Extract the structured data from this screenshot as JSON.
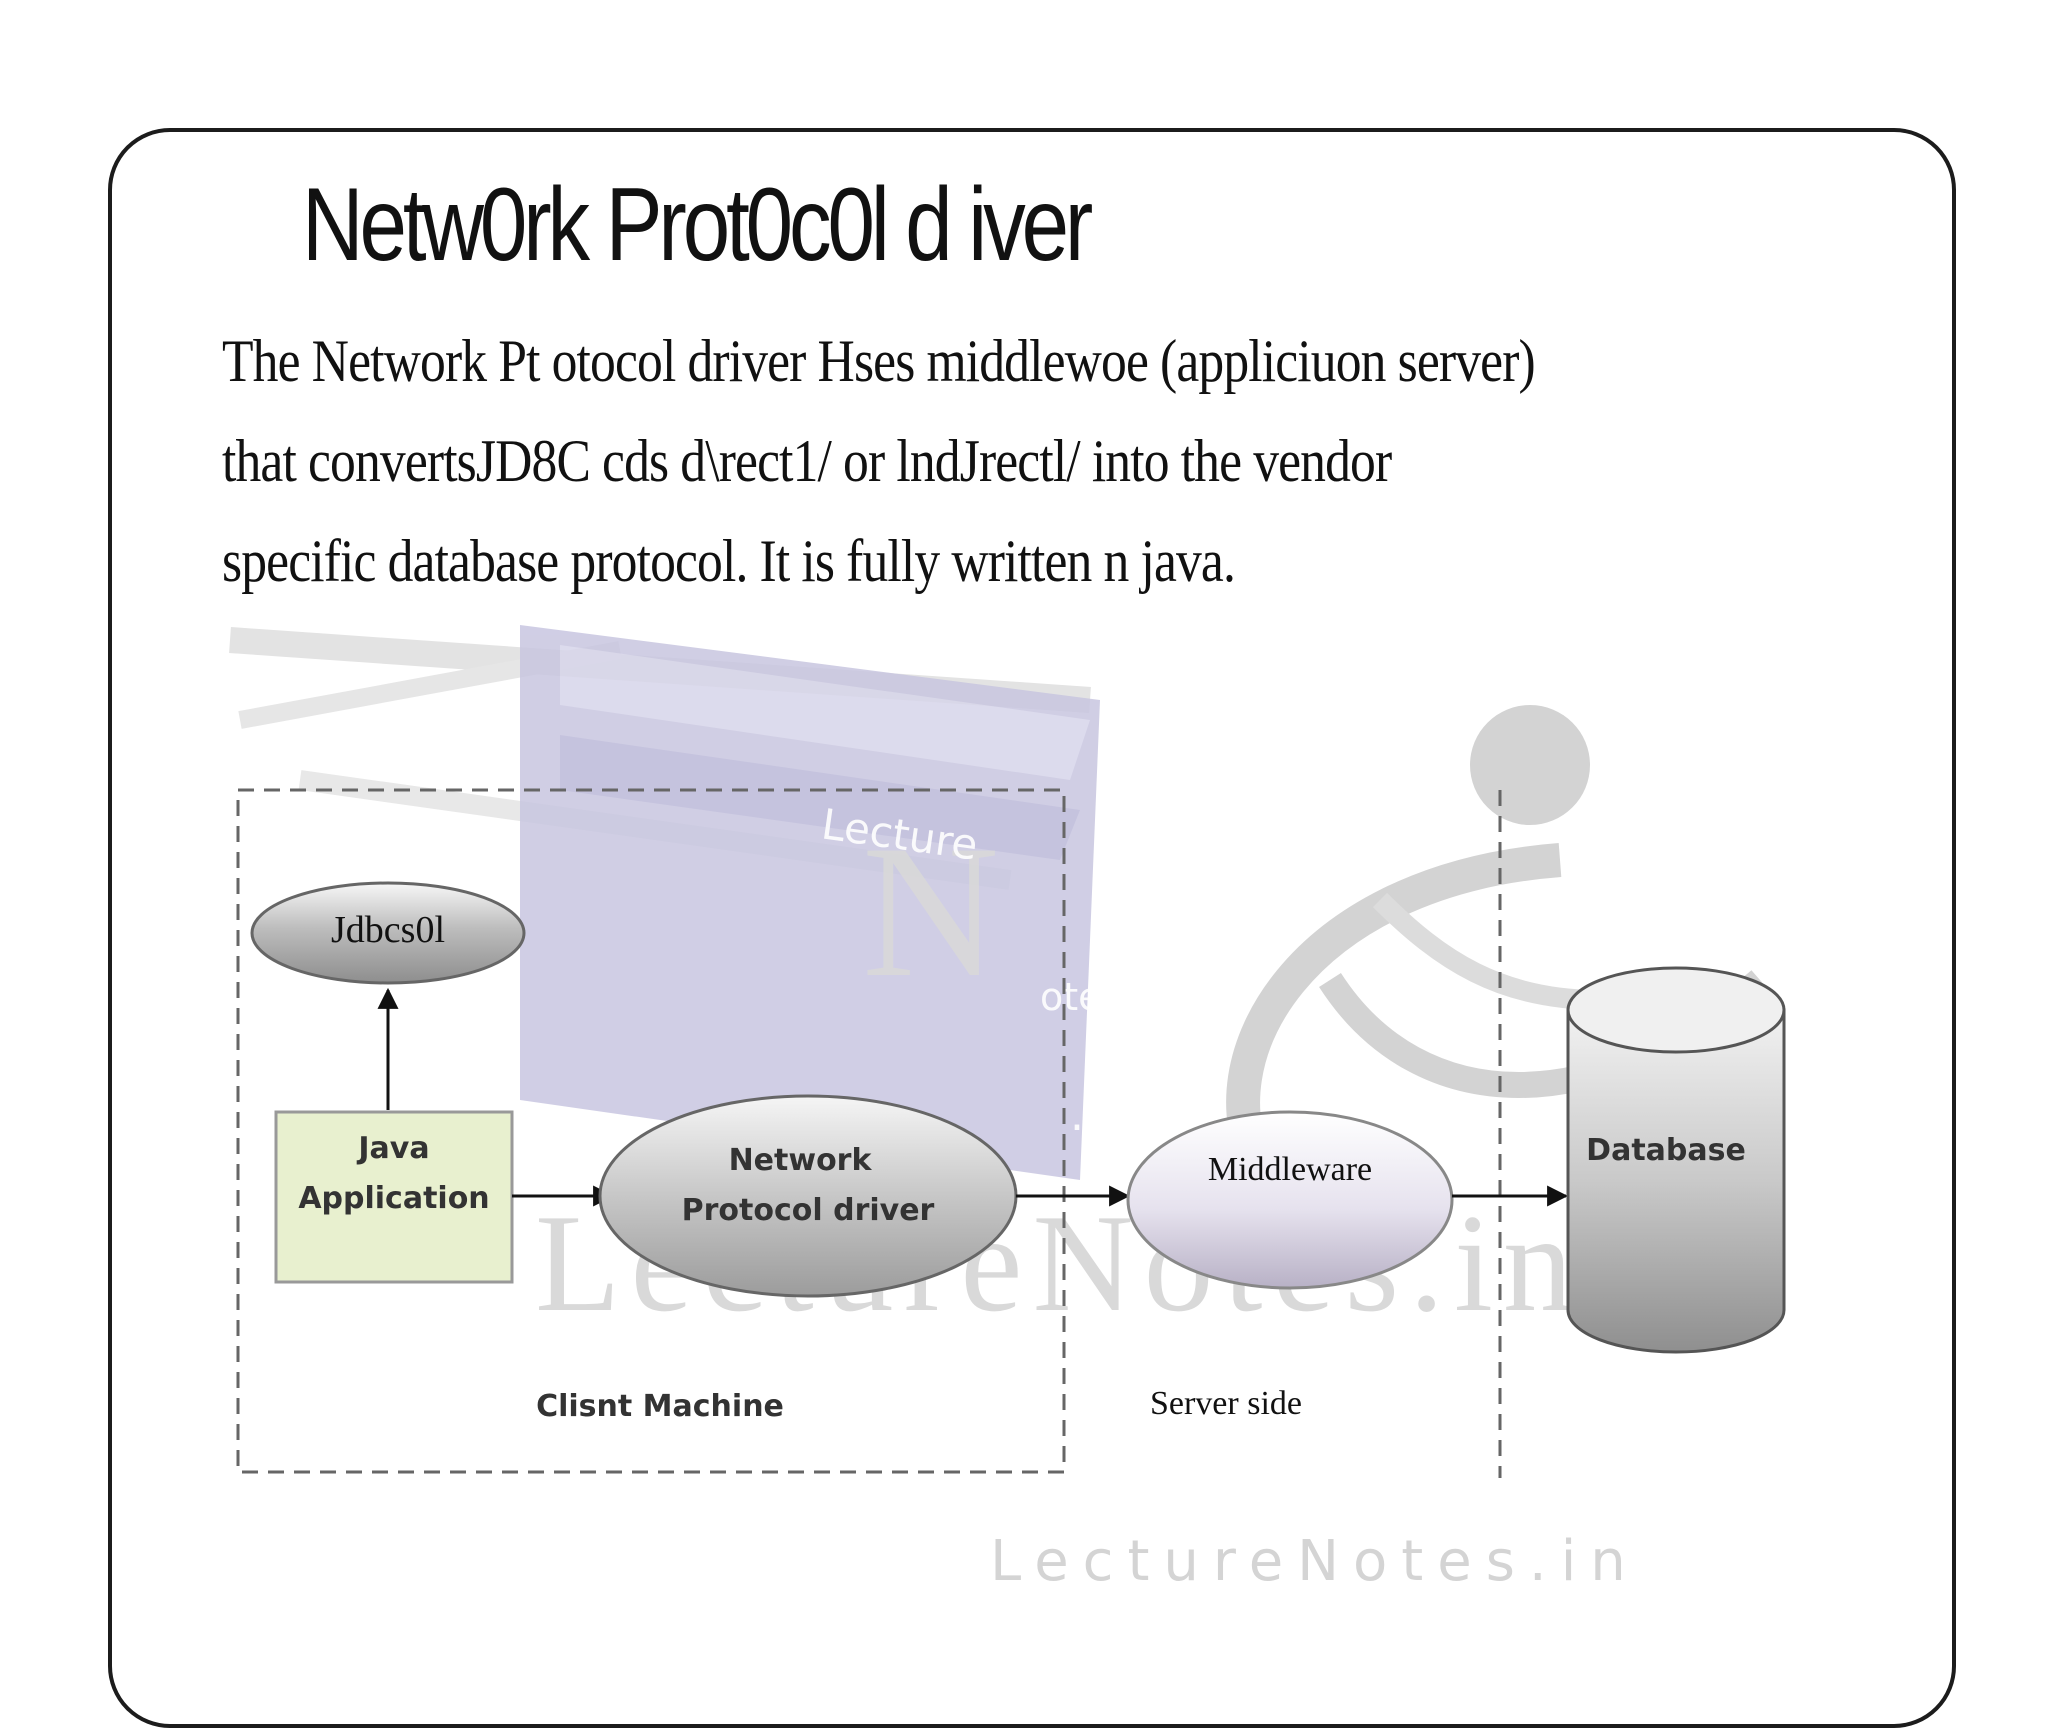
{
  "slide": {
    "title": "Netw0rk Prot0c0l d iver",
    "body": [
      "The Network Pt otocol driver Hses middlewoe (appliciuon server)",
      "that convertsJD8C cds  d\\rect1/ or lndJrectl/ into the vendor",
      "specific database protocol. It is fully written  n java."
    ]
  },
  "diagram": {
    "nodes": {
      "jdbc": "Jdbcs0l",
      "java_app": [
        "Java",
        "Application"
      ],
      "network_driver": [
        "Network",
        "Protocol driver"
      ],
      "middleware": "Middleware",
      "database": "Database"
    },
    "regions": {
      "client": "Clisnt Machine",
      "server": "Server side"
    }
  },
  "watermark": {
    "main": "LectureNotes.in",
    "footer": "LectureNotes.in",
    "logo_letter": "N",
    "logo_lecture": "Lecture",
    "logo_otes": "otes",
    "logo_in": ".in"
  },
  "colors": {
    "java_app_fill": "#e8f0cf",
    "logo_purple": "#b8b6d6",
    "watermark_gray": "#d6d6d6"
  }
}
